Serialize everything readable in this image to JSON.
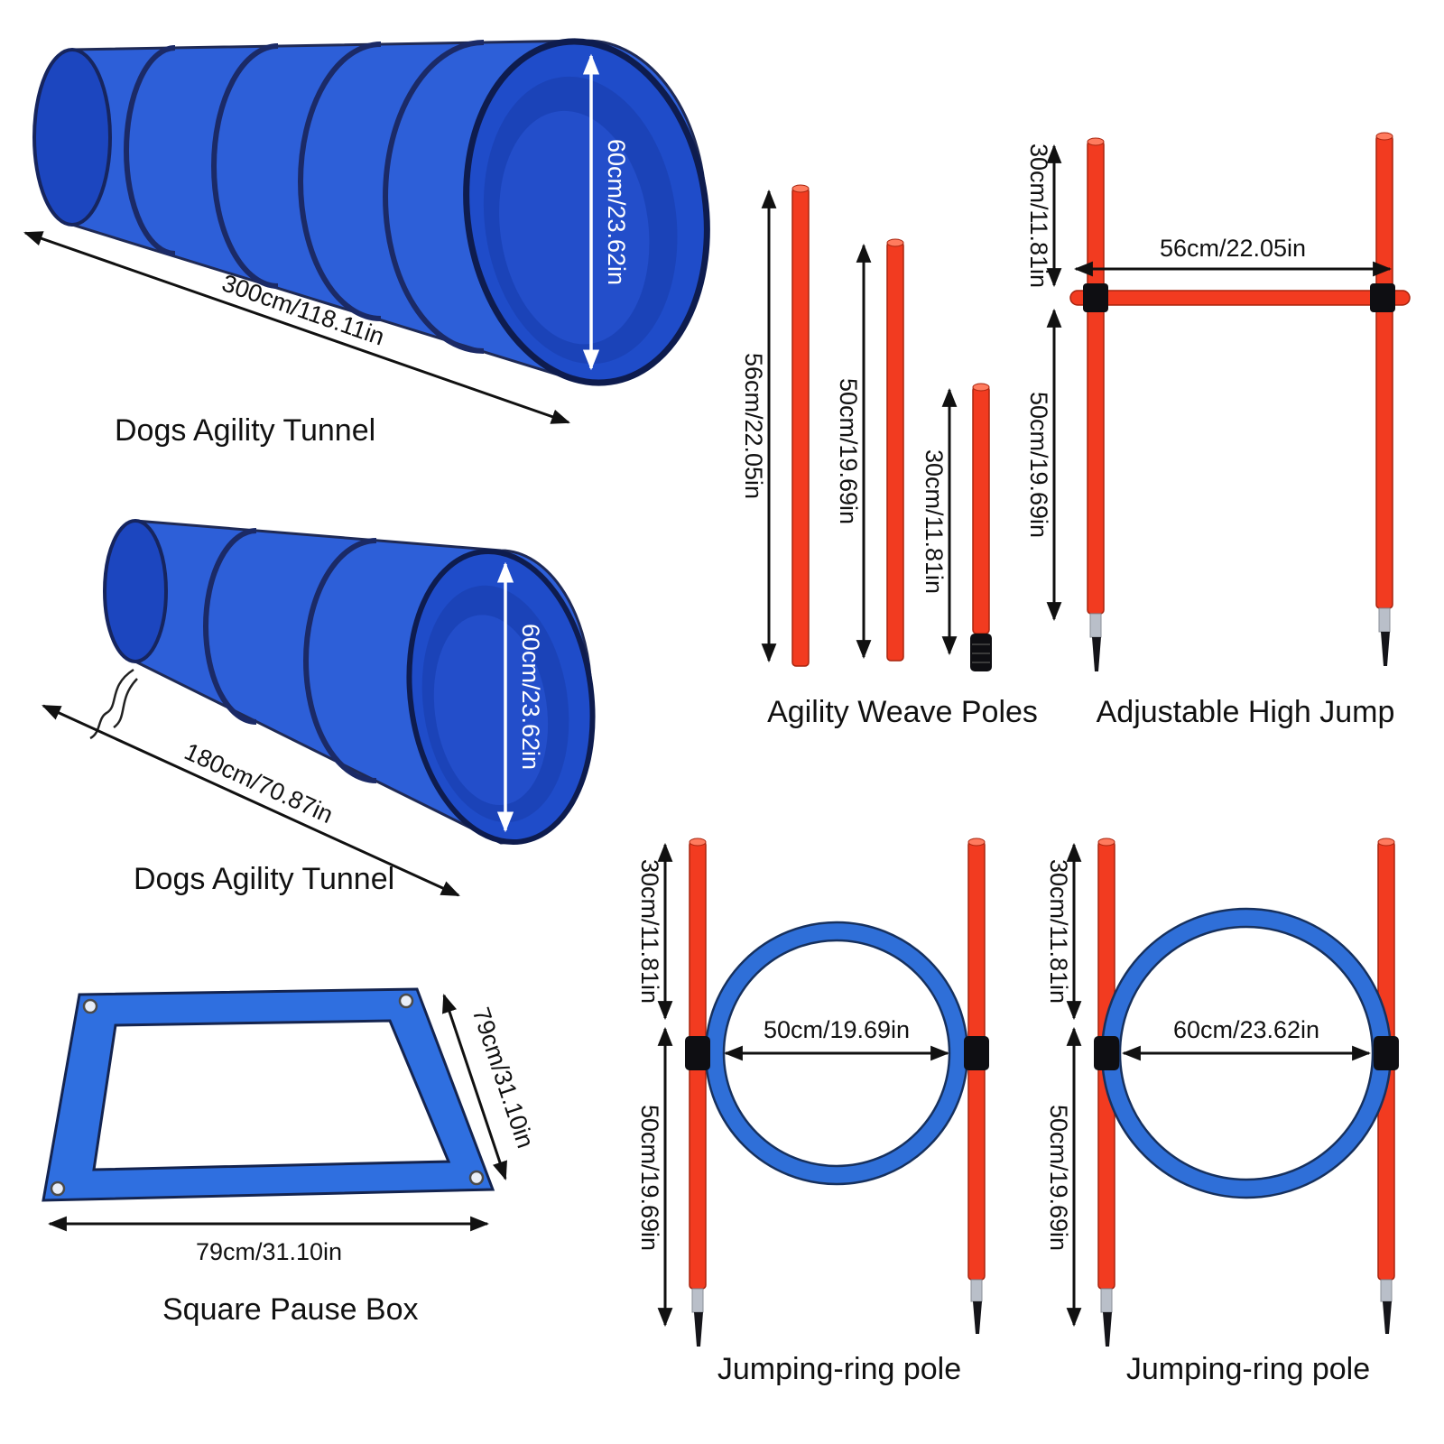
{
  "sheet": {
    "background": "#ffffff"
  },
  "colors": {
    "tunnel_body": "#2d5fd8",
    "tunnel_opening": "#1f4cc9",
    "tunnel_interior": "#1b43b8",
    "hoop_ring": "#1b2a66",
    "pole_red": "#f23b20",
    "pole_red_dark": "#a8240e",
    "ring_blue": "#2f6fd8",
    "box_blue": "#2f6fe0",
    "dimension_black": "#111111",
    "dimension_white": "#ffffff"
  },
  "items": {
    "tunnel_large": {
      "label": "Dogs Agility Tunnel",
      "length": "300cm/118.11in",
      "diameter": "60cm/23.62in"
    },
    "tunnel_small": {
      "label": "Dogs Agility Tunnel",
      "length": "180cm/70.87in",
      "diameter": "60cm/23.62in"
    },
    "pause_box": {
      "label": "Square Pause Box",
      "side_right": "79cm/31.10in",
      "side_bottom": "79cm/31.10in"
    },
    "weave_poles": {
      "label": "Agility Weave Poles",
      "pole_tall": "56cm/22.05in",
      "pole_mid": "50cm/19.69in",
      "pole_short": "30cm/11.81in"
    },
    "high_jump": {
      "label": "Adjustable High Jump",
      "upper_section": "30cm/11.81in",
      "bar_width": "56cm/22.05in",
      "lower_section": "50cm/19.69in"
    },
    "ring_pole_1": {
      "label": "Jumping-ring pole",
      "upper_section": "30cm/11.81in",
      "ring_diameter": "50cm/19.69in",
      "lower_section": "50cm/19.69in"
    },
    "ring_pole_2": {
      "label": "Jumping-ring pole",
      "upper_section": "30cm/11.81in",
      "ring_diameter": "60cm/23.62in",
      "lower_section": "50cm/19.69in"
    }
  }
}
